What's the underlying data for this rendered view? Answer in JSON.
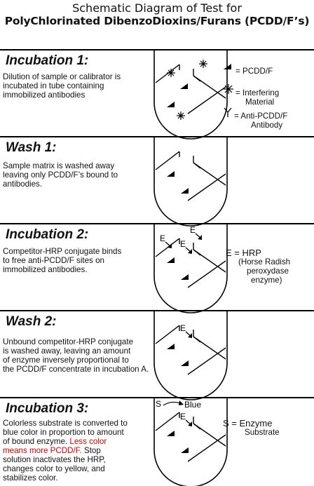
{
  "title": {
    "line1": "Schematic Diagram of Test for",
    "line2": "PolyChlorinated DibenzoDioxins/Furans (PCDD/F’s)"
  },
  "panels": [
    {
      "title": "Incubation 1:",
      "text": [
        "Dilution of sample or calibrator is",
        "incubated in tube containing",
        "immobilized antibodies"
      ]
    },
    {
      "title": "Wash 1:",
      "text": [
        "Sample matrix is washed away",
        "leaving only PCDD/F’s bound to",
        "antibodies."
      ]
    },
    {
      "title": "Incubation 2:",
      "text": [
        "Competitor-HRP conjugate binds",
        "to free anti-PCDD/F sites on",
        "immobilized antibodies."
      ]
    },
    {
      "title": "Wash 2:",
      "text": [
        "Unbound competitor-HRP conjugate",
        "is washed away, leaving an amount",
        "of enzyme inversely proportional to",
        "the PCDD/F concentrate in incubation A."
      ]
    },
    {
      "title": "Incubation 3:",
      "text_lines": [
        {
          "parts": [
            {
              "t": "Colorless substrate is converted to"
            }
          ]
        },
        {
          "parts": [
            {
              "t": "blue color in proportion to amount"
            }
          ]
        },
        {
          "parts": [
            {
              "t": "of bound enzyme.  "
            },
            {
              "t": "Less color",
              "red": true
            }
          ]
        },
        {
          "parts": [
            {
              "t": "means more PCDD/F.",
              "red": true
            },
            {
              "t": "  Stop"
            }
          ]
        },
        {
          "parts": [
            {
              "t": "solution inactivates the HRP,"
            }
          ]
        },
        {
          "parts": [
            {
              "t": "changes color to yellow, and"
            }
          ]
        },
        {
          "parts": [
            {
              "t": "stabilizes color."
            }
          ]
        }
      ]
    }
  ],
  "legend": {
    "pcdd": "= PCDD/F",
    "interfering_1": "= Interfering",
    "interfering_2": "Material",
    "antibody_1": "=  Anti-PCDD/F",
    "antibody_2": "Antibody",
    "hrp_1": "E = HRP",
    "hrp_2": "(Horse Radish",
    "hrp_3": "peroxydase",
    "hrp_4": "enzyme)",
    "substrate_1": "S = Enzyme",
    "substrate_2": "Substrate"
  },
  "symbols": {
    "enzyme": "E",
    "substrate": "S",
    "product": "Blue"
  },
  "colors": {
    "ink": "#111111",
    "highlight": "#d40000"
  }
}
